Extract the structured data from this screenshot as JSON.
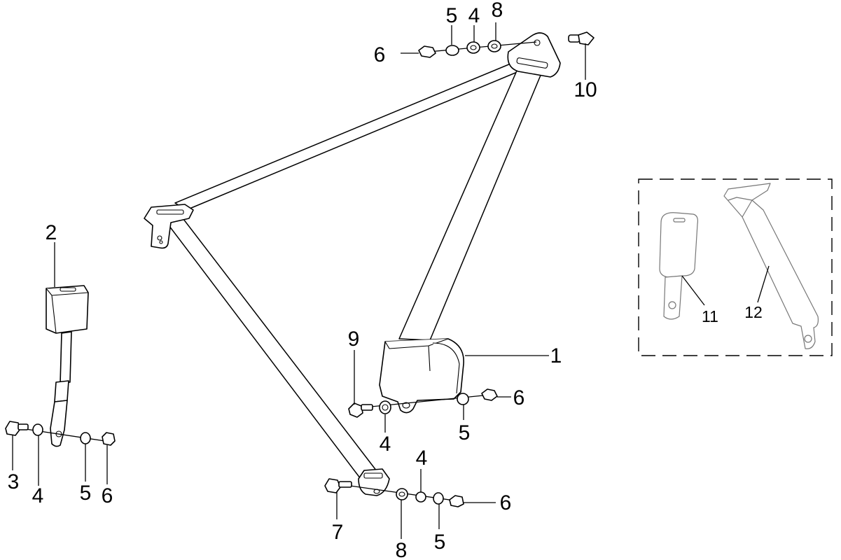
{
  "callouts": {
    "retractor": "1",
    "buckle": "2",
    "bolt_buckle": "3",
    "washer_buckle": "4",
    "lockwasher_buckle": "5",
    "nut_buckle": "6",
    "bolt_lower": "7",
    "spacer_lower": "8",
    "washer_lower": "4",
    "lockwasher_lower": "5",
    "nut_lower": "6",
    "bolt_retractor": "9",
    "washer_retractor": "4",
    "lockwasher_retractor": "5",
    "nut_retractor": "6",
    "nut_upper": "6",
    "lockwasher_upper": "5",
    "washer_upper": "4",
    "spacer_upper": "8",
    "bolt_upper": "10",
    "inset_buckle": "11",
    "inset_strap": "12"
  }
}
